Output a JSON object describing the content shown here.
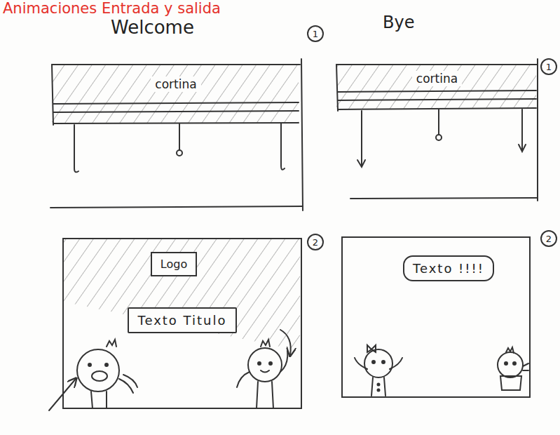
{
  "diagram": {
    "title": "Animaciones Entrada y salida",
    "nodes": [
      {
        "text": [
          "cortina"
        ]
      },
      {
        "text": [
          "cortina"
        ]
      },
      {
        "text": [
          "Logo"
        ]
      },
      {
        "text": [
          "Texto Titulo"
        ]
      },
      {
        "text": [
          "Texto !!!!"
        ]
      }
    ],
    "labels": [
      "Welcome",
      "Bye",
      "1",
      "1",
      "2",
      "2"
    ]
  }
}
